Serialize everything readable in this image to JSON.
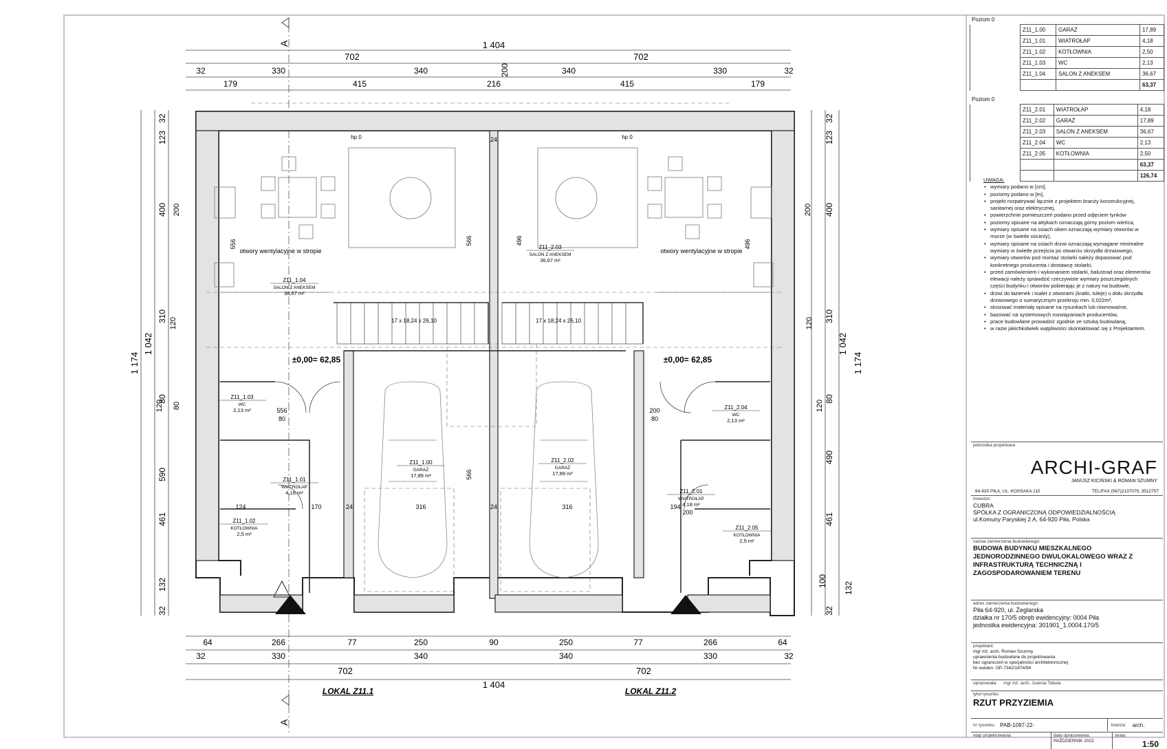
{
  "drawing": {
    "section_marker": "A",
    "dim_top_total": "1 404",
    "dim_top_halves": [
      "702",
      "702"
    ],
    "dim_top_row3": [
      "32",
      "330",
      "340",
      "200",
      "340",
      "330",
      "32"
    ],
    "dim_top_row4": [
      "179",
      "415",
      "216",
      "415",
      "179"
    ],
    "dim_bottom_row1": [
      "64",
      "266",
      "77",
      "250",
      "90",
      "250",
      "77",
      "266",
      "64"
    ],
    "dim_bottom_row2": [
      "32",
      "330",
      "340",
      "340",
      "330",
      "32"
    ],
    "dim_bottom_halves": [
      "702",
      "702"
    ],
    "dim_bottom_total": "1 404",
    "dim_side_total": "1 174",
    "dim_side_inner": "1 042",
    "dim_left_segments": [
      "32",
      "123",
      "400",
      "310",
      "80",
      "590",
      "461",
      "132",
      "32"
    ],
    "dim_left_inner": [
      "200",
      "120",
      "120",
      "80"
    ],
    "dim_right_segments": [
      "32",
      "123",
      "400",
      "310",
      "80",
      "490",
      "461",
      "100",
      "132",
      "32"
    ],
    "dim_right_inner": [
      "200",
      "120",
      "120"
    ],
    "level_marks": [
      "±0,00= 62,85",
      "±0,00= 62,85"
    ],
    "stair_labels": [
      "17 x 18,24 x 26,10",
      "17 x 18,24 x 26,10"
    ],
    "vent_labels": [
      "otwory wentylacyjne w stropie",
      "otwory wentylacyjne w stropie"
    ],
    "hp_labels": [
      "hp 0",
      "hp 0"
    ],
    "unit_labels": [
      "LOKAL Z11.1",
      "LOKAL Z11.2"
    ],
    "room_tags": [
      {
        "id": "Z11_1.04",
        "name": "SALON Z ANEKSEM",
        "area": "36,67 m²"
      },
      {
        "id": "Z11_2.03",
        "name": "SALON Z ANEKSEM",
        "area": "36,67 m²"
      },
      {
        "id": "Z11_1.03",
        "name": "WC",
        "area": "2,13 m²"
      },
      {
        "id": "Z11_2.04",
        "name": "WC",
        "area": "2,13 m²"
      },
      {
        "id": "Z11_1.00",
        "name": "GARAŻ",
        "area": "17,89 m²"
      },
      {
        "id": "Z11_2.02",
        "name": "GARAŻ",
        "area": "17,89 m²"
      },
      {
        "id": "Z11_1.01",
        "name": "WIATROŁAP",
        "area": "4,18 m²"
      },
      {
        "id": "Z11_2.01",
        "name": "WIATROŁAP",
        "area": "4,18 m²"
      },
      {
        "id": "Z11_1.02",
        "name": "KOTŁOWNIA",
        "area": "2,5 m²"
      },
      {
        "id": "Z11_2.05",
        "name": "KOTŁOWNIA",
        "area": "2,5 m²"
      }
    ],
    "inner_dims": [
      "316",
      "316",
      "124",
      "170",
      "24",
      "24",
      "24",
      "566",
      "566",
      "496",
      "496",
      "556",
      "556",
      "80",
      "200",
      "80",
      "200",
      "194"
    ]
  },
  "panel": {
    "level_a": "Poziom 0",
    "rooms_a": [
      [
        "Z11_1.00",
        "GARAŻ",
        "17,89"
      ],
      [
        "Z11_1.01",
        "WIATROŁAP",
        "4,18"
      ],
      [
        "Z11_1.02",
        "KOTŁOWNIA",
        "2,50"
      ],
      [
        "Z11_1.03",
        "WC",
        "2,13"
      ],
      [
        "Z11_1.04",
        "SALON Z ANEKSEM",
        "36,67"
      ]
    ],
    "sum_a": "63,37",
    "level_b": "Poziom 0",
    "rooms_b": [
      [
        "Z11_2.01",
        "WIATROŁAP",
        "4,18"
      ],
      [
        "Z11_2.02",
        "GARAŻ",
        "17,89"
      ],
      [
        "Z11_2.03",
        "SALON Z ANEKSEM",
        "36,67"
      ],
      [
        "Z11_2.04",
        "WC",
        "2,13"
      ],
      [
        "Z11_2.05",
        "KOTŁOWNIA",
        "2,50"
      ]
    ],
    "sum_b": "63,37",
    "total": "126,74",
    "notes_header": "UWAGA:",
    "notes": [
      "wymiary podano w [cm],",
      "poziomy podano w [m],",
      "projekt rozpatrywać łącznie z projektem branży konstrukcyjnej, sanitarnej oraz elektrycznej,",
      "powierzchnie pomieszczeń podano przed odjęciem tynków",
      "poziomy opisane na attykach oznaczają górny poziom wieńca,",
      "wymiary opisane na osiach okien oznaczają wymiary otworów w murze (w świetle ościeży),",
      "wymiary opisane na osiach drzwi oznaczają wymagane minimalne wymiary w świetle przejścia po otwarciu skrzydła drzwiowego,",
      "wymiary otworów pod montaż stolarki należy dopasować pod konkretnego producenta i dostawcę stolarki,",
      "przed zamówieniem i wykonaniem stolarki, balustrad oraz elementów elewacji należy sprawdzić rzeczywiste wymiary poszczególnych części budynku i otworów pobierając je z natury na budowie,",
      "drzwi do łazienek i toalet z otworami (kratki, tuleje) u dołu skrzydła drzwiowego o sumarycznym przekroju min. 0,022m²,",
      "stosować materiały opisane na rysunkach lub równoważne,",
      "bazować na systemowych rozwiązaniach producentów,",
      "prace budowlane prowadzić zgodnie ze sztuką budowlaną,",
      "w razie jakichkolwiek wątpliwości skontaktować się z Projektantem."
    ],
    "unit_label": "jednostka projektowa",
    "firm_name": "ARCHI-GRAF",
    "firm_owners": "JANUSZ KICIŃSKI & ROMAN SZUMNY",
    "firm_address": "64-920 PIŁA,  UL. KOSSAKA 110",
    "firm_phone": "TEL/FAX (067)2137075; 3512757",
    "investor_label": "Inwestor:",
    "investor_lines": [
      "CUBRA",
      "SPÓŁKA Z OGRANICZONĄ ODPOWIEDZIALNOŚCIĄ",
      "ul.Komuny Paryskiej 2 A, 64-920 Piła, Polska"
    ],
    "project_name_label": "nazwa zamierzenia budowlanego:",
    "project_name_lines": [
      "BUDOWA BUDYNKU MIESZKALNEGO",
      "JEDNORODZINNEGO DWULOKALOWEGO WRAZ Z",
      "INFRASTRUKTURĄ TECHNICZNĄ I",
      "ZAGOSPODAROWANIEM TERENU"
    ],
    "address_label": "adres zamierzenia budowlanego:",
    "address_lines": [
      "Piła 64-920, ul. Żeglarska",
      "działka nr 170/5 obręb ewidencyjny: 0004 Piła",
      "jednostka ewidencyjna: 301901_1.0004.170/5"
    ],
    "designer_label": "projektant:",
    "designer_lines": [
      "mgr inż. arch. Roman Szumny",
      "uprawnienia budowlane do projektowania",
      "bez ograniczeń w specjalności architektonicznej",
      "Nr ewiden. GP-7342/1874/94"
    ],
    "prepared_label": "opracowała:",
    "prepared_value": "mgr inż. arch. Joanna Tobola",
    "drawing_title_label": "tytuł rysunku:",
    "drawing_title": "RZUT PRZYZIEMIA",
    "drawing_no_label": "nr rysunku:",
    "drawing_no": "PAB-1097-22-",
    "branch_label": "branża:",
    "branch_value": "arch.",
    "stage_label": "etap projektowania:",
    "date_label": "data opracowania:",
    "date_value": "PAŹDZIERNIK 2022",
    "scale_label": "skala:",
    "scale_value": "1:50"
  }
}
